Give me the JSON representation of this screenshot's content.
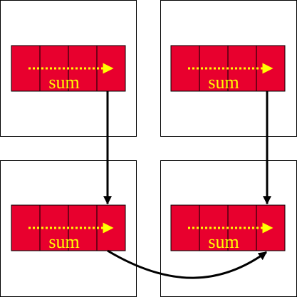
{
  "blocks": [
    {
      "label": "sum"
    },
    {
      "label": "sum"
    },
    {
      "label": "sum"
    },
    {
      "label": "sum"
    }
  ],
  "colors": {
    "background": "#ffffff",
    "panel_border": "#000000",
    "array_fill": "#e8002e",
    "array_border": "#000000",
    "scan_arrow": "#ffff00",
    "label_text": "#ffff00",
    "connector": "#000000"
  }
}
